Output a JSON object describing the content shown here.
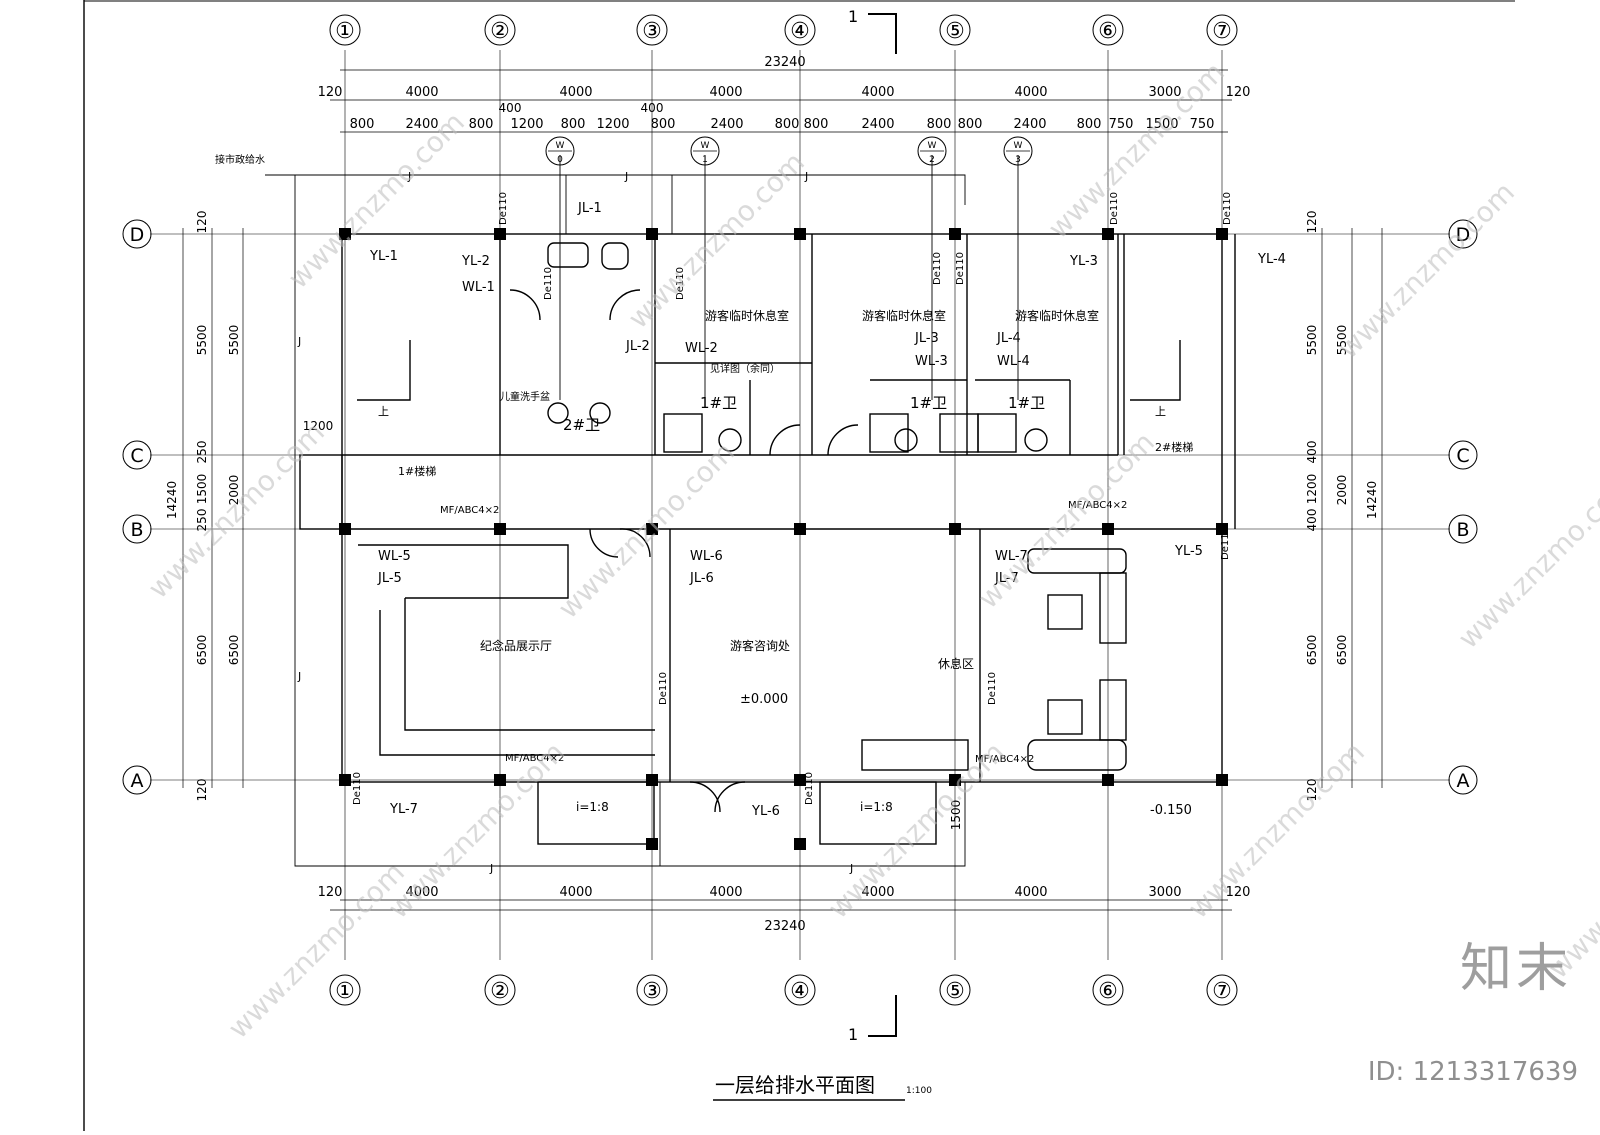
{
  "drawing": {
    "title": "一层给排水平面图",
    "scale": "1:100",
    "section_mark": "1"
  },
  "axes": {
    "columns": [
      "①",
      "②",
      "③",
      "④",
      "⑤",
      "⑥",
      "⑦"
    ],
    "rows": [
      "A",
      "B",
      "C",
      "D"
    ]
  },
  "dimensions": {
    "total_width": "23240",
    "bays_top": [
      "120",
      "4000",
      "4000",
      "4000",
      "4000",
      "4000",
      "3000",
      "120"
    ],
    "bays_bottom": [
      "120",
      "4000",
      "4000",
      "4000",
      "4000",
      "4000",
      "3000",
      "120"
    ],
    "sub_top": [
      "800",
      "2400",
      "800",
      "1200",
      "800",
      "1200",
      "800",
      "2400",
      "800",
      "800",
      "2400",
      "800",
      "800",
      "2400",
      "800",
      "750",
      "1500",
      "750"
    ],
    "sub_extra": [
      "400",
      "400"
    ],
    "left_total": "14240",
    "left_parts": [
      "120",
      "5500",
      "250",
      "1500",
      "250",
      "6500",
      "120"
    ],
    "left_inner": [
      "5500",
      "2000",
      "6500"
    ],
    "right_total": "14240",
    "right_parts": [
      "120",
      "5500",
      "400",
      "1200",
      "400",
      "6500",
      "120"
    ],
    "right_inner": [
      "5500",
      "2000",
      "6500"
    ],
    "door_width": "1200",
    "canopy_depth": "1500"
  },
  "rooms": {
    "rest_room_1": "游客临时休息室",
    "rest_room_2": "游客临时休息室",
    "rest_room_3": "游客临时休息室",
    "souvenir_hall": "纪念品展示厅",
    "consult": "游客咨询处",
    "lounge": "休息区",
    "stair_1": "1#楼梯",
    "stair_2": "2#楼梯",
    "toilet_1a": "1#卫",
    "toilet_1b": "1#卫",
    "toilet_1c": "1#卫",
    "toilet_2": "2#卫",
    "child_basin": "儿童洗手盆",
    "detail_note": "见详图（余同）",
    "up_1": "上",
    "up_2": "上"
  },
  "pipes": {
    "municipal": "接市政给水",
    "j": "J",
    "w": "W",
    "yl": [
      "YL-1",
      "YL-2",
      "YL-3",
      "YL-4",
      "YL-5",
      "YL-7",
      "YL-6"
    ],
    "jl": [
      "JL-1",
      "JL-2",
      "JL-3",
      "JL-4",
      "JL-5",
      "JL-6",
      "JL-7"
    ],
    "wl": [
      "WL-1",
      "WL-2",
      "WL-3",
      "WL-4",
      "WL-5",
      "WL-6",
      "WL-7"
    ],
    "de": "De110",
    "w_markers": [
      [
        "W",
        "0"
      ],
      [
        "W",
        "1"
      ],
      [
        "W",
        "2"
      ],
      [
        "W",
        "3"
      ]
    ]
  },
  "equipment": {
    "extinguisher": "MF/ABC4×2"
  },
  "levels": {
    "floor": "±0.000",
    "outside": "-0.150",
    "slope": "i=1:8"
  },
  "watermark": {
    "site": "www.znzmo.com",
    "brand": "知末",
    "id": "ID: 1213317639"
  },
  "colors": {
    "line": "#000000",
    "watermark": "#bdbdbd"
  }
}
